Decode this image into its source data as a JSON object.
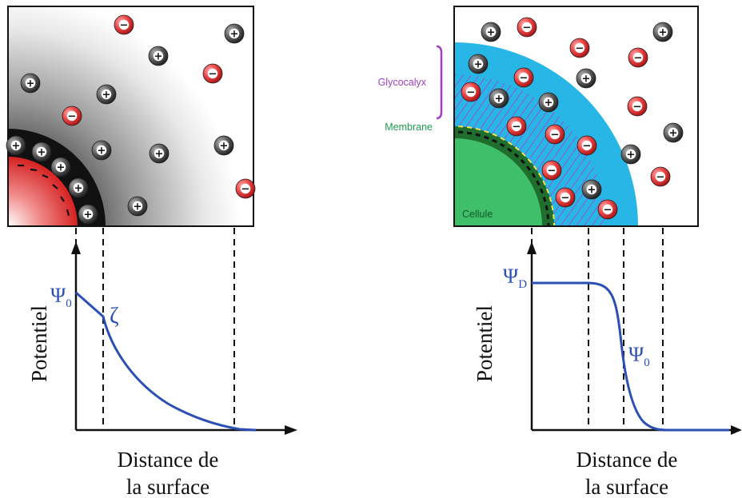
{
  "left_panel": {
    "axis_ylabel": "Potentiel",
    "axis_xlabel_line1": "Distance de",
    "axis_xlabel_line2": "la surface",
    "psi_symbol": "Ψ",
    "psi_subscript": "0",
    "zeta_symbol": "ζ"
  },
  "right_panel": {
    "axis_ylabel": "Potentiel",
    "axis_xlabel_line1": "Distance de",
    "axis_xlabel_line2": "la surface",
    "psi_d_symbol": "Ψ",
    "psi_d_subscript": "D",
    "psi0_symbol": "Ψ",
    "psi0_subscript": "0",
    "glycocalyx_label": "Glycocalyx",
    "membrane_label": "Membrane",
    "cell_label": "Cellule"
  },
  "ions": {
    "positive_glyph": "+",
    "negative_glyph": "−"
  },
  "colors": {
    "curve": "#2b4fb3",
    "anion": "#e23a3a",
    "cation": "#3a3a3a",
    "glycocalyx_fill": "#27b6e6",
    "glycocalyx_label": "#a13fc1",
    "membrane": "#1f9a50",
    "cell": "#3fbf6a"
  }
}
